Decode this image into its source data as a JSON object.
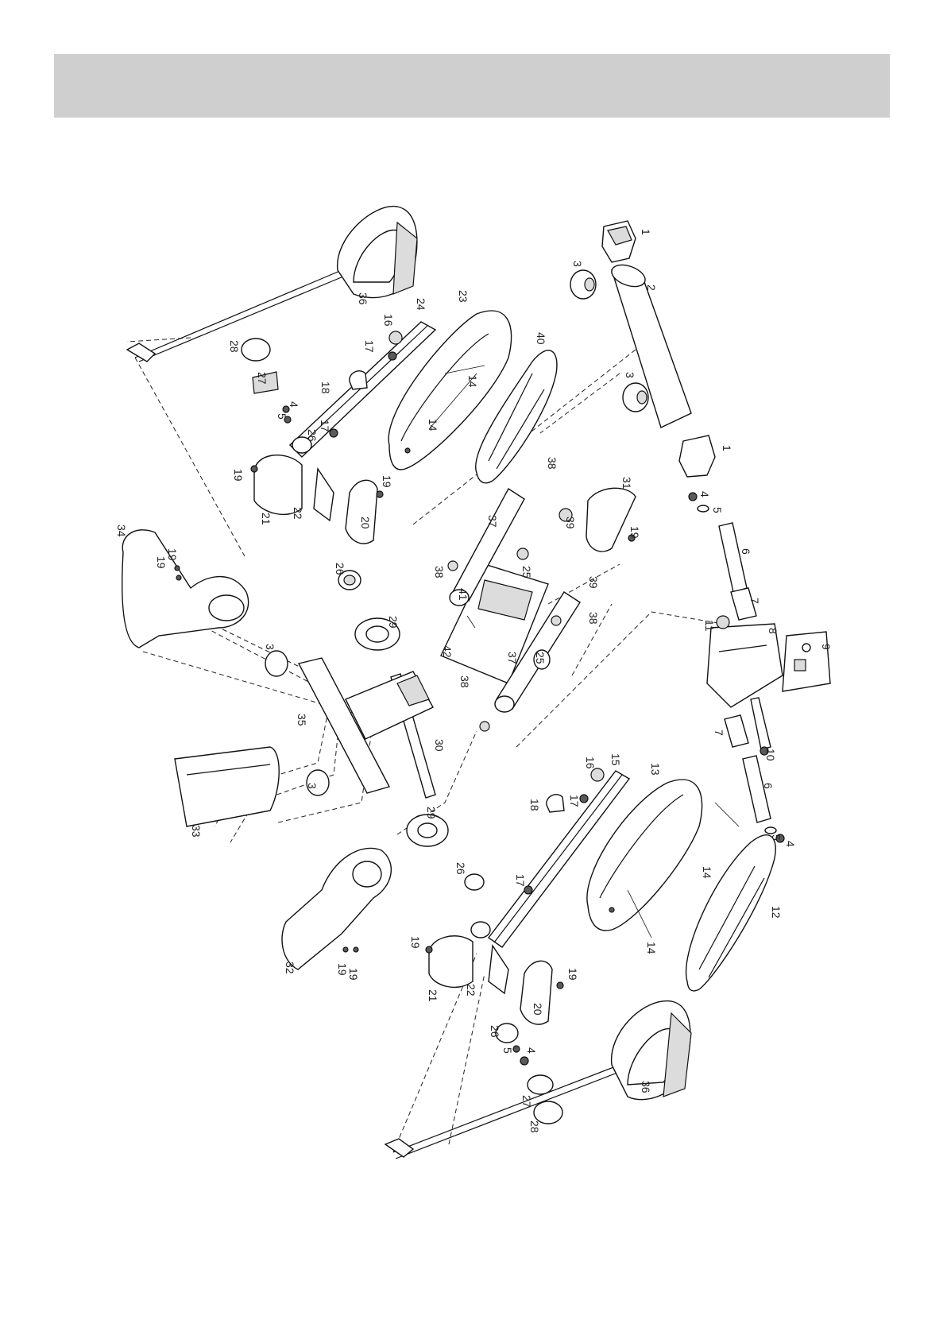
{
  "header": {
    "title": ""
  },
  "diagram": {
    "labels": {
      "p1a": "1",
      "p1b": "1",
      "p2": "2",
      "p3a": "3",
      "p3b": "3",
      "p3c": "3",
      "p3d": "3",
      "p4a": "4",
      "p4b": "4",
      "p4c": "4",
      "p5a": "5",
      "p5b": "5",
      "p5c": "5",
      "p6a": "6",
      "p6b": "6",
      "p7a": "7",
      "p7b": "7",
      "p8": "8",
      "p9": "9",
      "p10": "10",
      "p11": "11",
      "p12": "12",
      "p13": "13",
      "p14a": "14",
      "p14b": "14",
      "p14c": "14",
      "p15": "15",
      "p16a": "16",
      "p16b": "16",
      "p17a": "17",
      "p17b": "17",
      "p17c": "17",
      "p17d": "17",
      "p18a": "18",
      "p18b": "18",
      "p19a": "19",
      "p19b": "19",
      "p19c": "19",
      "p19d": "19",
      "p19e": "19",
      "p19f": "19",
      "p19g": "19",
      "p19h": "19",
      "p19i": "19",
      "p20a": "20",
      "p20b": "20",
      "p21a": "21",
      "p21b": "21",
      "p22a": "22",
      "p22b": "22",
      "p23": "23",
      "p24": "24",
      "p25a": "25",
      "p25b": "25",
      "p26a": "26",
      "p26b": "26",
      "p26c": "26",
      "p26d": "26",
      "p27a": "27",
      "p27b": "27",
      "p28a": "28",
      "p28b": "28",
      "p29a": "29",
      "p29b": "29",
      "p30": "30",
      "p31": "31",
      "p32": "32",
      "p33": "33",
      "p34": "34",
      "p35": "35",
      "p36a": "36",
      "p36b": "36",
      "p37a": "37",
      "p37b": "37",
      "p38a": "38",
      "p38b": "38",
      "p38c": "38",
      "p38d": "38",
      "p39a": "39",
      "p39b": "39",
      "p40": "40",
      "p41": "41",
      "p42": "42"
    }
  }
}
